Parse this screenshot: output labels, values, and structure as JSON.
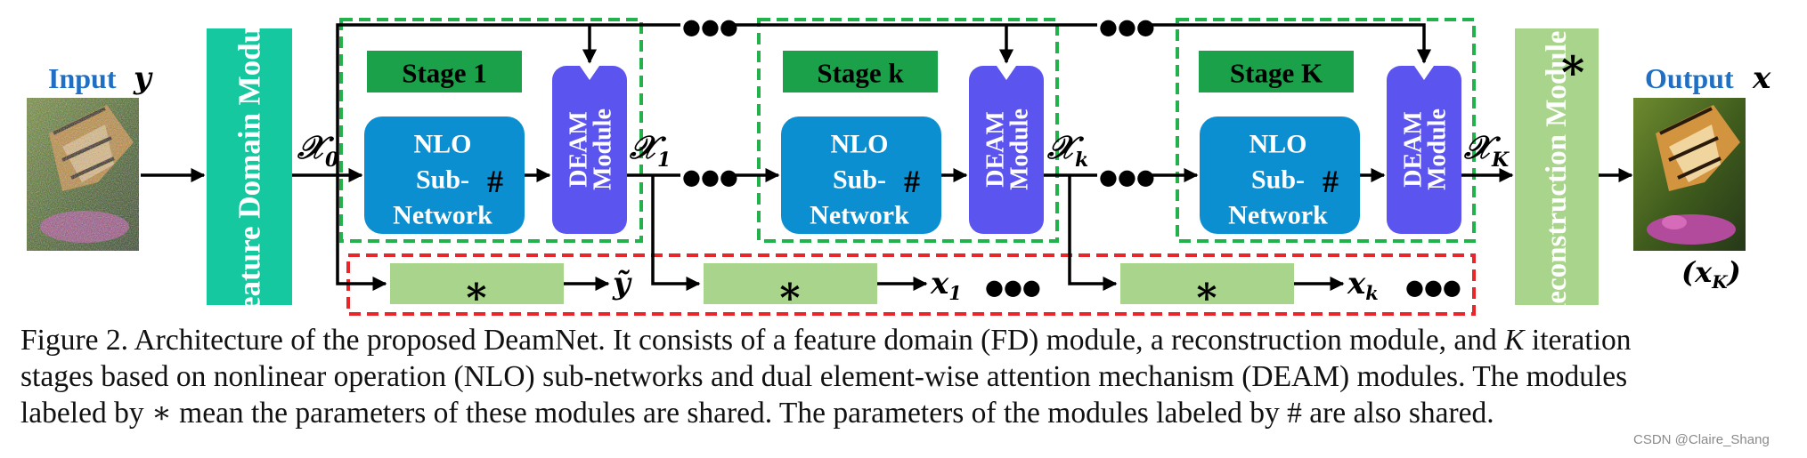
{
  "input": {
    "label": "Input",
    "symbol": "𝒚"
  },
  "output": {
    "label": "Output",
    "symbol": "𝒙",
    "estimate": "(𝒙",
    "estimate_sub": "K",
    "estimate_close": ")"
  },
  "fd_module": {
    "label": "Feature Domain Module"
  },
  "recon_module": {
    "label": "Reconstruction Module",
    "mark": "∗"
  },
  "stages": [
    {
      "title": "Stage 1",
      "nlo": [
        "NLO",
        "Sub-",
        "Network"
      ],
      "nlo_mark": "#",
      "deam": [
        "DEAM",
        "Module"
      ]
    },
    {
      "title": "Stage k",
      "nlo": [
        "NLO",
        "Sub-",
        "Network"
      ],
      "nlo_mark": "#",
      "deam": [
        "DEAM",
        "Module"
      ]
    },
    {
      "title": "Stage K",
      "nlo": [
        "NLO",
        "Sub-",
        "Network"
      ],
      "nlo_mark": "#",
      "deam": [
        "DEAM",
        "Module"
      ]
    }
  ],
  "features": [
    {
      "sym": "𝒳",
      "sub": "0"
    },
    {
      "sym": "𝒳",
      "sub": "1"
    },
    {
      "sym": "𝒳",
      "sub": "k"
    },
    {
      "sym": "𝒳",
      "sub": "K"
    }
  ],
  "shared_recon": [
    {
      "mark": "∗",
      "out": "𝒚̃",
      "out_sub": ""
    },
    {
      "mark": "∗",
      "out": "𝒙",
      "out_sub": "1"
    },
    {
      "mark": "∗",
      "out": "𝒙",
      "out_sub": "k"
    }
  ],
  "ellipsis": "●●●",
  "colors": {
    "fd": "#15c8a0",
    "nlo": "#0b8fd0",
    "deam": "#5b54ee",
    "stage_title": "#1aa14a",
    "shared": "#a8d48c",
    "green_dash": "#22b24c",
    "red_dash": "#e8262a",
    "label_blue": "#1f6fc4"
  },
  "caption": {
    "line1_a": "Figure 2. Architecture of the proposed DeamNet. It consists of a feature domain (FD) module, a reconstruction module, and ",
    "line1_K": "K",
    "line1_b": " iteration",
    "line2": "stages based on nonlinear operation (NLO) sub-networks and dual element-wise attention mechanism (DEAM) modules.  The modules",
    "line3_a": "labeled by ",
    "line3_star": "∗",
    "line3_b": " mean the parameters of these modules are shared. The parameters of the modules labeled by ",
    "line3_hash": "#",
    "line3_c": " are also shared."
  },
  "watermark": "CSDN @Claire_Shang"
}
